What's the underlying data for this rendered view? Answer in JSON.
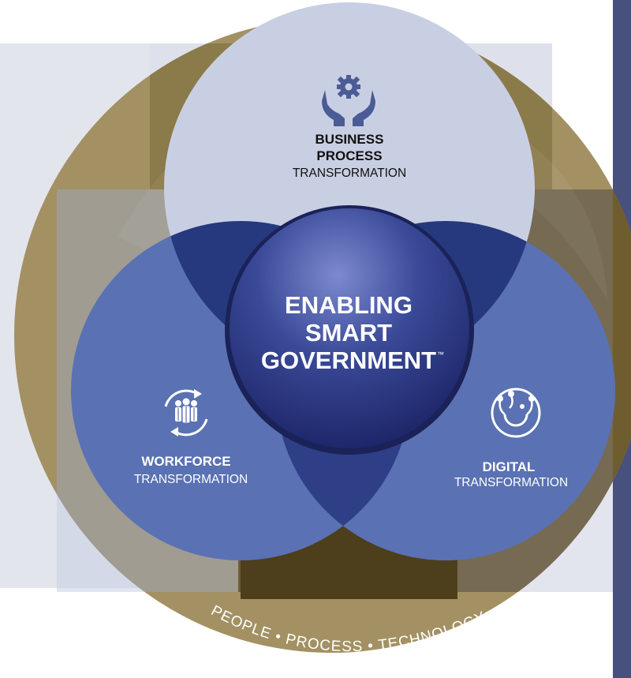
{
  "center": {
    "line1": "ENABLING",
    "line2": "SMART",
    "line3": "GOVERNMENT",
    "trademark": "™"
  },
  "business": {
    "title1": "BUSINESS",
    "title2": "PROCESS",
    "sub": "TRANSFORMATION",
    "icon": "hands-gear-icon"
  },
  "workforce": {
    "title": "WORKFORCE",
    "sub": "TRANSFORMATION",
    "icon": "people-cycle-icon"
  },
  "digital": {
    "title": "DIGITAL",
    "sub": "TRANSFORMATION",
    "icon": "digital-circuit-icon"
  },
  "ring": {
    "text": "PEOPLE • PROCESS • TECHNOLOGY"
  },
  "colors": {
    "gold": "#a39163",
    "dark_gold": "#6d5a2e",
    "navy": "#1f2d6b",
    "blue": "#5a72b3",
    "light_blue": "#c9cfe3",
    "right_bar": "#48507e"
  }
}
